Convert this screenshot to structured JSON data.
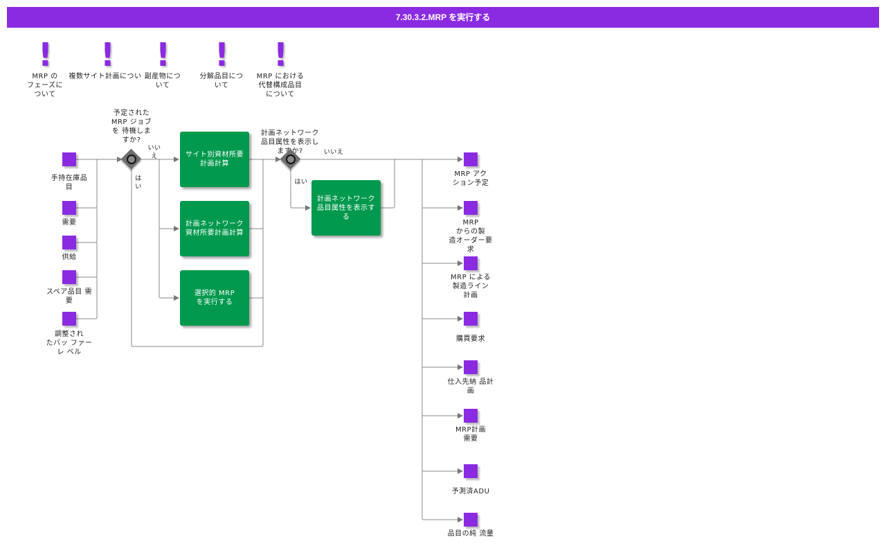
{
  "title": "7.30.3.2.MRP を実行する",
  "notes": [
    {
      "label": "MRP の\nフェーズに\nついて"
    },
    {
      "label": "複数サイト計画につい"
    },
    {
      "label": "副産物につ\nいて"
    },
    {
      "label": "分解品目につ\nいて"
    },
    {
      "label": "MRP における\n代替構成品目\nについて"
    }
  ],
  "inputs": [
    {
      "label": "手持在庫品\n目"
    },
    {
      "label": "需要"
    },
    {
      "label": "供給"
    },
    {
      "label": "スペア品目 需\n要"
    },
    {
      "label": "調整され\nたバッ ファー\nレ ベル"
    }
  ],
  "gateway1": {
    "question": "予定された\nMRP ジョブ\nを 待機しま\nすか?",
    "no": "いい\nえ",
    "yes": "は\nい"
  },
  "tasks": [
    {
      "label": "サイト別資材所要\n計画計算"
    },
    {
      "label": "計画ネットワーク\n資材所要計画計算"
    },
    {
      "label": "選択的 MRP\nを実行する"
    }
  ],
  "gateway2": {
    "question": "計画ネットワーク\n品目属性を表示し\nますか?",
    "no": "いいえ",
    "yes": "はい"
  },
  "task_display": {
    "label": "計画ネットワーク\n品目属性を表示す\nる"
  },
  "outputs": [
    {
      "label": "MRP アク\nション予定"
    },
    {
      "label": "MRP\nからの製\n造オーダー要\n求"
    },
    {
      "label": "MRP による\n製造ライン\n計画"
    },
    {
      "label": "購買要求"
    },
    {
      "label": "仕入先納 品計\n画"
    },
    {
      "label": "MRP計画\n需要"
    },
    {
      "label": "予測済ADU"
    },
    {
      "label": "品目の純 流量"
    }
  ],
  "colors": {
    "header": "#8a2be2",
    "data_object": "#8a2be2",
    "task": "#00994d",
    "gateway": "#6e6e6e"
  }
}
